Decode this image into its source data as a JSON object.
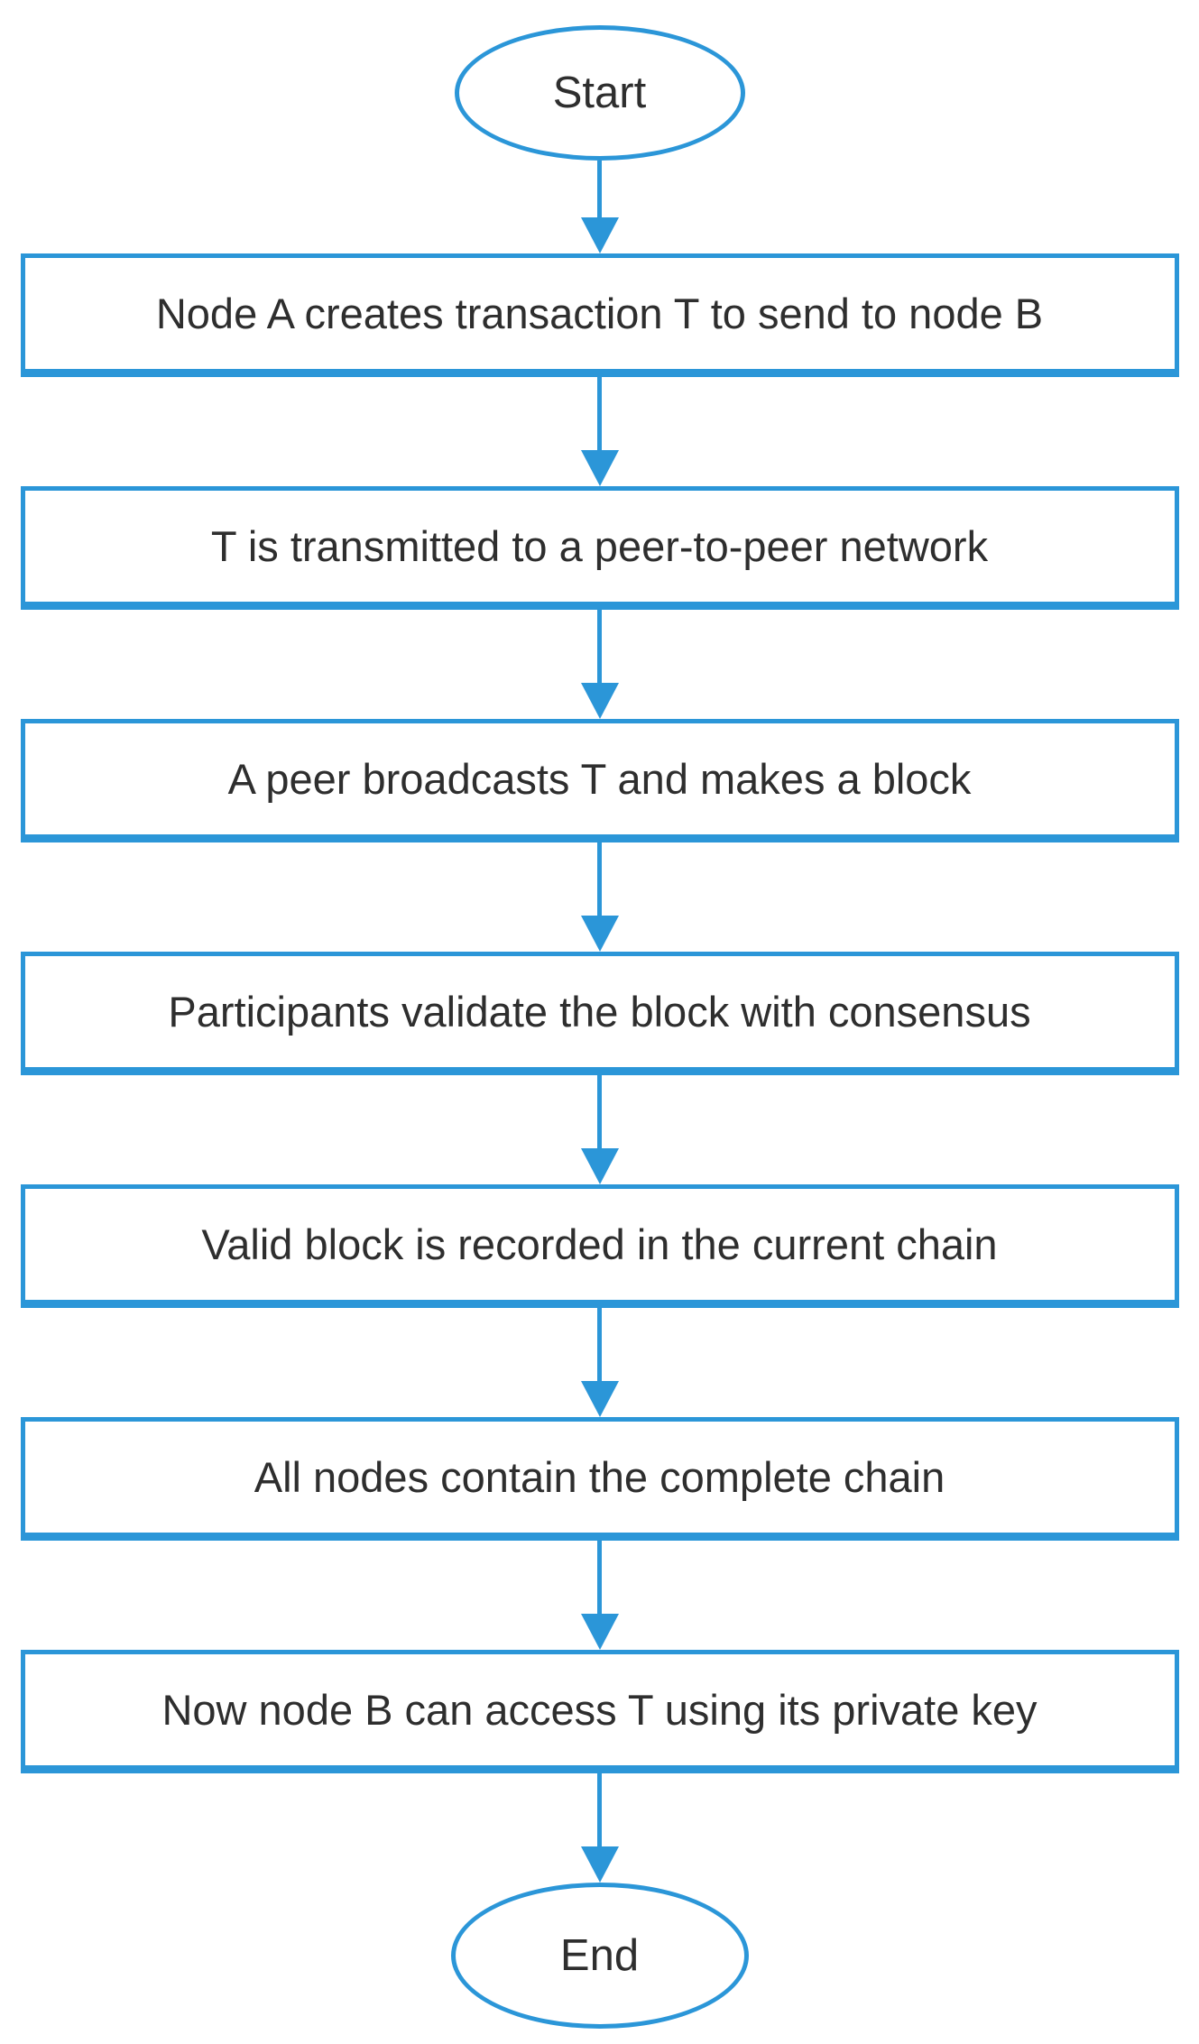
{
  "flow": {
    "start_label": "Start",
    "end_label": "End",
    "steps": [
      "Node A creates transaction T to send to node B",
      "T is transmitted to a peer-to-peer network",
      "A peer broadcasts T and makes a block",
      "Participants validate the block with consensus",
      "Valid block is recorded in the current chain",
      "All nodes contain the complete chain",
      "Now node B can access T using its private key"
    ],
    "colors": {
      "line": "#2B96D8",
      "text": "#2E2E2E",
      "background": "#FFFFFF"
    }
  }
}
